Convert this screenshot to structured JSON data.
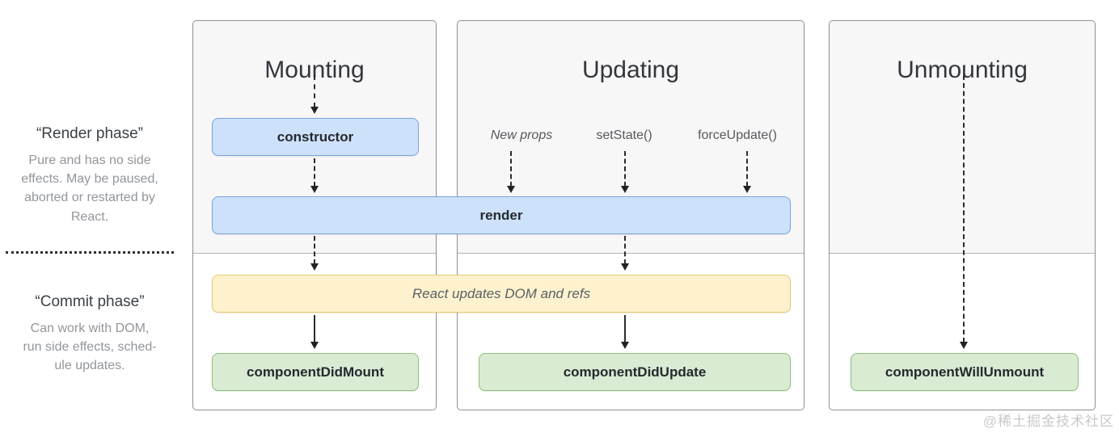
{
  "side_panel": {
    "render_phase": {
      "title": "“Render phase”",
      "description": "Pure and has no side\neffects. May be paused,\naborted or restarted by\nReact."
    },
    "commit_phase": {
      "title": "“Commit phase”",
      "description": "Can work with DOM,\nrun side effects, sched-\nule updates."
    }
  },
  "columns": [
    {
      "title": "Mounting"
    },
    {
      "title": "Updating",
      "triggers": [
        "New props",
        "setState()",
        "forceUpdate()"
      ]
    },
    {
      "title": "Unmounting"
    }
  ],
  "nodes": {
    "constructor": "constructor",
    "render": "render",
    "react_updates_dom": "React updates DOM and refs",
    "component_did_mount": "componentDidMount",
    "component_did_update": "componentDidUpdate",
    "component_will_unmount": "componentWillUnmount"
  },
  "colors": {
    "render_method_fill": "#cee1fa",
    "render_method_border": "#78a2dd",
    "react_action_fill": "#fdf2cd",
    "react_action_border": "#e8c96e",
    "commit_method_fill": "#d9ebd3",
    "commit_method_border": "#8cc17b",
    "card_top_background": "#f7f7f7",
    "card_border": "#8f8f8f"
  },
  "watermark": "@稀土掘金技术社区"
}
